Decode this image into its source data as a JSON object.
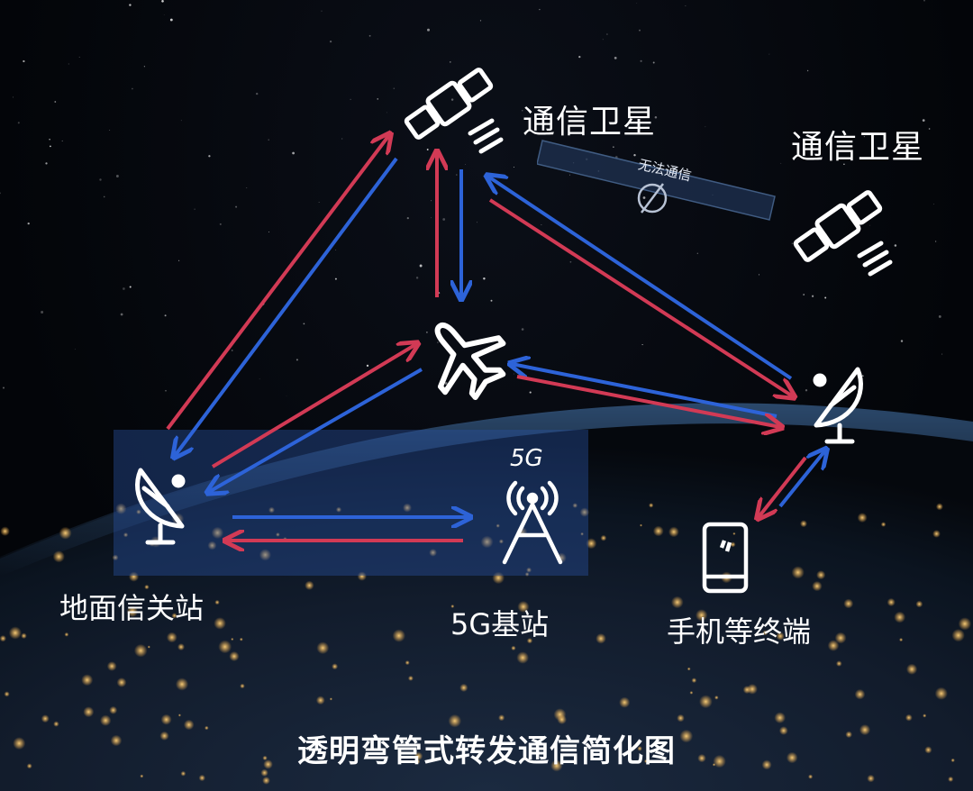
{
  "labels": {
    "satellite_main": "通信卫星",
    "satellite_second": "通信卫星",
    "no_comm": "无法通信",
    "ground_station": "地面信关站",
    "base_station": "5G基站",
    "base_station_tag": "5G",
    "terminal": "手机等终端",
    "caption": "透明弯管式转发通信简化图"
  },
  "colors": {
    "red_link": "#d23a55",
    "blue_link": "#2d63d8",
    "icon": "#ffffff"
  },
  "icons": [
    "satellite-icon",
    "satellite-icon",
    "airplane-icon",
    "dish-antenna-icon",
    "dish-antenna-icon",
    "cell-tower-icon",
    "phone-icon",
    "no-signal-icon"
  ]
}
